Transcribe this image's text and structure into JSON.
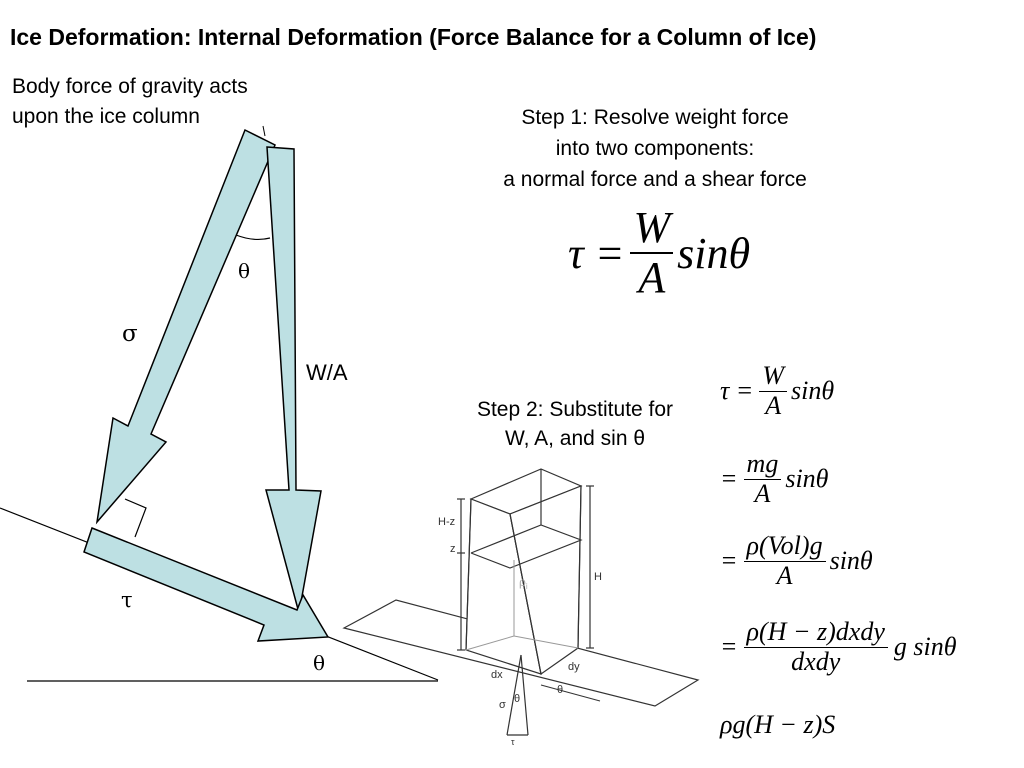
{
  "title": "Ice Deformation: Internal Deformation (Force Balance for a Column of Ice)",
  "gravity_note": {
    "line1": "Body force of gravity acts",
    "line2": "upon the ice column"
  },
  "step1": {
    "line1": "Step 1: Resolve weight force",
    "line2": "into two components:",
    "line3": "a normal force and a shear force"
  },
  "step2": {
    "line1": "Step 2: Substitute for",
    "line2": "W, A, and sin θ"
  },
  "vector_labels": {
    "sigma": "σ",
    "theta_top": "θ",
    "weight": "W/A",
    "tau": "τ",
    "theta_bottom": "θ"
  },
  "block_labels": {
    "hz": "H-z",
    "z": "z",
    "h": "H",
    "rho": "ρ",
    "rho_sub": "i",
    "dx": "dx",
    "dy": "dy",
    "theta_small": "θ",
    "sigma_small": "σ",
    "theta_vec": "θ",
    "tau_small": "τ"
  },
  "main_equation": {
    "lhs": "τ =",
    "num": "W",
    "den": "A",
    "trail": "sinθ"
  },
  "derivation": [
    {
      "prefix": "τ =",
      "num": "W",
      "den": "A",
      "trail": "sinθ"
    },
    {
      "prefix": "=",
      "num": "mg",
      "den": "A",
      "trail": "sinθ"
    },
    {
      "prefix": "=",
      "num": "ρ(Vol)g",
      "den": "A",
      "trail": "sinθ"
    },
    {
      "prefix": "=",
      "num": "ρ(H − z)dxdy",
      "den": "dxdy",
      "trail": "g sinθ"
    },
    {
      "prefix": "=",
      "text": "ρg(H − z)S"
    }
  ],
  "colors": {
    "arrow_fill": "#bde0e3",
    "stroke": "#000000",
    "block_stroke": "#333333"
  }
}
